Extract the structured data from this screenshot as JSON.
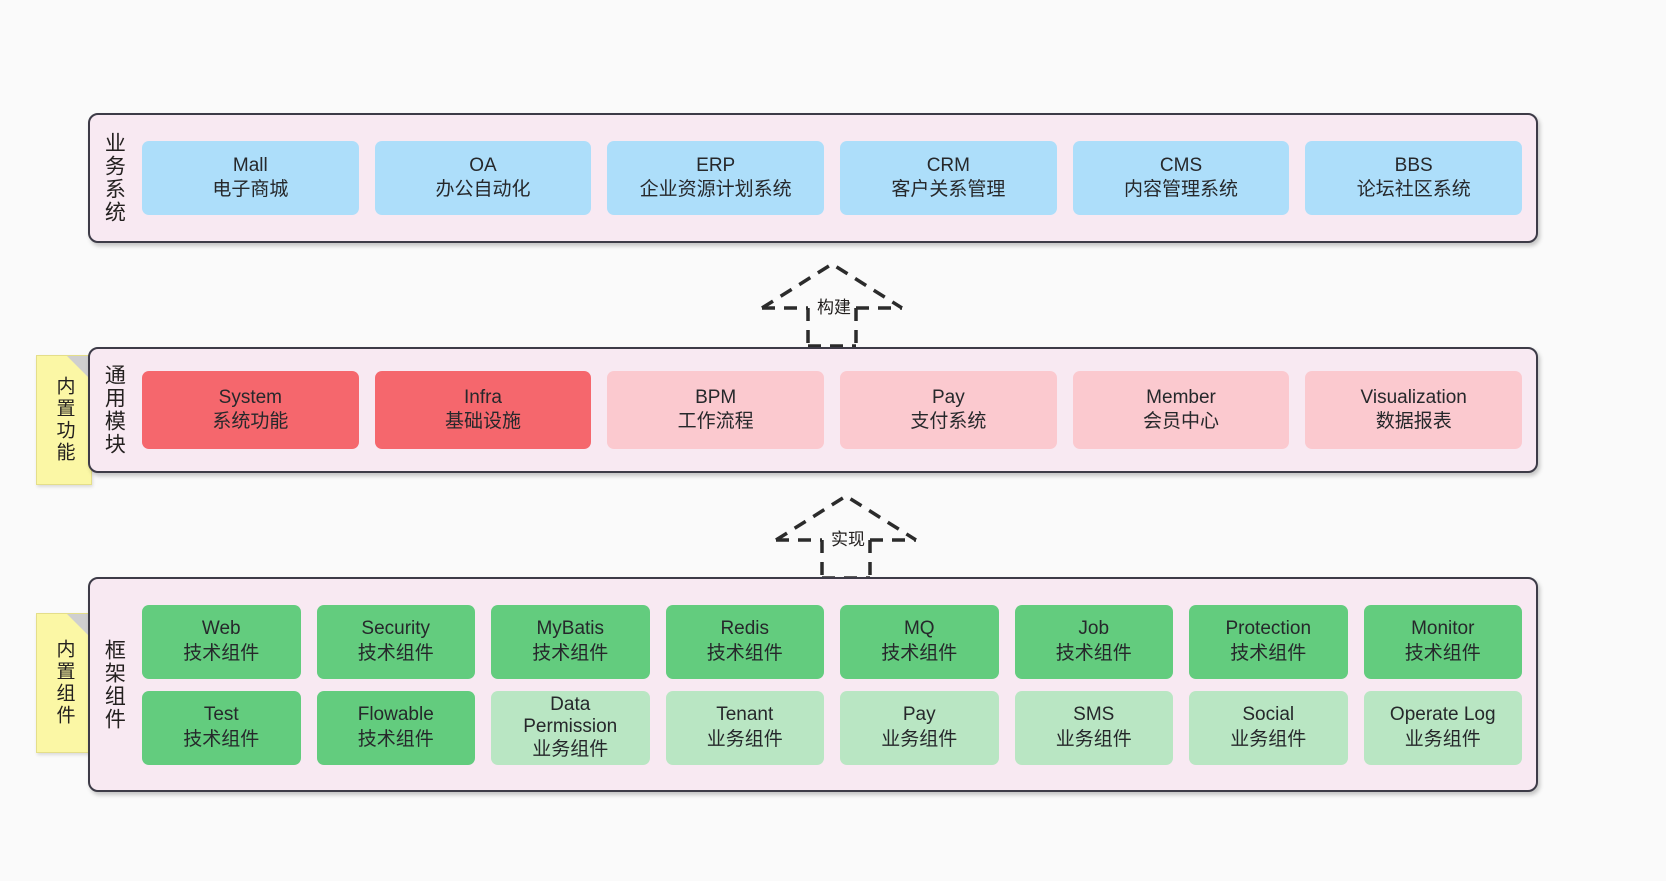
{
  "diagram": {
    "background_color": "#fafafa",
    "layer_fill": "#f8e9f2",
    "layer_border": "#3d3b47"
  },
  "layers": [
    {
      "id": "business",
      "label": "业务系统",
      "card_color": "#addefa",
      "cards": [
        {
          "title": "Mall",
          "subtitle": "电子商城"
        },
        {
          "title": "OA",
          "subtitle": "办公自动化"
        },
        {
          "title": "ERP",
          "subtitle": "企业资源计划系统"
        },
        {
          "title": "CRM",
          "subtitle": "客户关系管理"
        },
        {
          "title": "CMS",
          "subtitle": "内容管理系统"
        },
        {
          "title": "BBS",
          "subtitle": "论坛社区系统"
        }
      ]
    },
    {
      "id": "module",
      "label": "通用模块",
      "note": "内置功能",
      "cards": [
        {
          "title": "System",
          "subtitle": "系统功能",
          "color": "#f5676d",
          "tone": "strong"
        },
        {
          "title": "Infra",
          "subtitle": "基础设施",
          "color": "#f5676d",
          "tone": "strong"
        },
        {
          "title": "BPM",
          "subtitle": "工作流程",
          "color": "#fbc9cf",
          "tone": "light"
        },
        {
          "title": "Pay",
          "subtitle": "支付系统",
          "color": "#fbc9cf",
          "tone": "light"
        },
        {
          "title": "Member",
          "subtitle": "会员中心",
          "color": "#fbc9cf",
          "tone": "light"
        },
        {
          "title": "Visualization",
          "subtitle": "数据报表",
          "color": "#fbc9cf",
          "tone": "light"
        }
      ]
    },
    {
      "id": "framework",
      "label": "框架组件",
      "note": "内置组件",
      "rows": [
        [
          {
            "title": "Web",
            "subtitle": "技术组件",
            "color": "#63cc7e",
            "tone": "strong"
          },
          {
            "title": "Security",
            "subtitle": "技术组件",
            "color": "#63cc7e",
            "tone": "strong"
          },
          {
            "title": "MyBatis",
            "subtitle": "技术组件",
            "color": "#63cc7e",
            "tone": "strong"
          },
          {
            "title": "Redis",
            "subtitle": "技术组件",
            "color": "#63cc7e",
            "tone": "strong"
          },
          {
            "title": "MQ",
            "subtitle": "技术组件",
            "color": "#63cc7e",
            "tone": "strong"
          },
          {
            "title": "Job",
            "subtitle": "技术组件",
            "color": "#63cc7e",
            "tone": "strong"
          },
          {
            "title": "Protection",
            "subtitle": "技术组件",
            "color": "#63cc7e",
            "tone": "strong"
          },
          {
            "title": "Monitor",
            "subtitle": "技术组件",
            "color": "#63cc7e",
            "tone": "strong"
          }
        ],
        [
          {
            "title": "Test",
            "subtitle": "技术组件",
            "color": "#63cc7e",
            "tone": "strong"
          },
          {
            "title": "Flowable",
            "subtitle": "技术组件",
            "color": "#63cc7e",
            "tone": "strong"
          },
          {
            "title": "Data",
            "title2": "Permission",
            "subtitle": "业务组件",
            "color": "#b9e6c3",
            "tone": "light"
          },
          {
            "title": "Tenant",
            "subtitle": "业务组件",
            "color": "#b9e6c3",
            "tone": "light"
          },
          {
            "title": "Pay",
            "subtitle": "业务组件",
            "color": "#b9e6c3",
            "tone": "light"
          },
          {
            "title": "SMS",
            "subtitle": "业务组件",
            "color": "#b9e6c3",
            "tone": "light"
          },
          {
            "title": "Social",
            "subtitle": "业务组件",
            "color": "#b9e6c3",
            "tone": "light"
          },
          {
            "title": "Operate Log",
            "subtitle": "业务组件",
            "color": "#b9e6c3",
            "tone": "light"
          }
        ]
      ]
    }
  ],
  "connectors": [
    {
      "id": "build",
      "label": "构建",
      "style": "dashed-hollow-arrow-up"
    },
    {
      "id": "realize",
      "label": "实现",
      "style": "dashed-hollow-arrow-up"
    }
  ]
}
